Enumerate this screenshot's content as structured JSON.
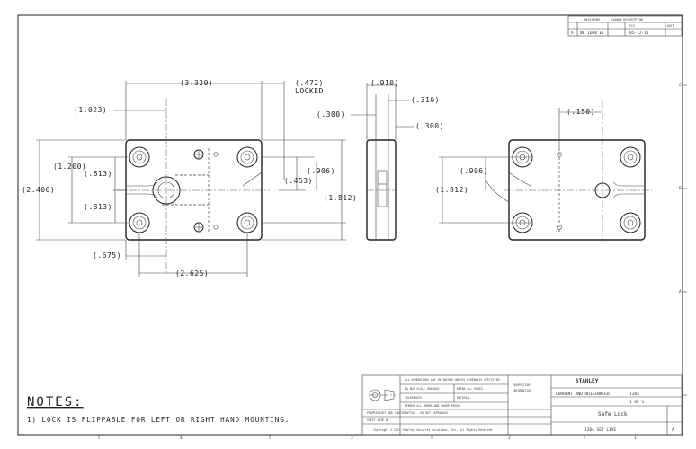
{
  "revision_block": {
    "headers": [
      "REVISIONS",
      "CHANGE DESCRIPTION",
      "ECO",
      "DATE"
    ],
    "row": [
      "A",
      "NE 1608 EL",
      "05-12-11"
    ]
  },
  "dimensions": {
    "width_top": "(3.320)",
    "lock_offset": "(.472)",
    "locked_label": "LOCKED",
    "offset_left": "(1.023)",
    "height_overall": "(2.400)",
    "hole_spacing_y": "(1.200)",
    "hole_offset_upper": "(.813)",
    "hole_offset_lower": "(.813)",
    "bottom_left": "(.675)",
    "hole_spacing_x": "(2.625)",
    "center_offset": "(.906)",
    "small_offset": "(.453)",
    "height_inner": "(1.812)",
    "side_width": "(.910)",
    "side_a": "(.310)",
    "side_b": "(.300)",
    "side_c": "(.300)",
    "right_offset": "(.150)",
    "right_center": "(.906)",
    "right_height": "(1.812)"
  },
  "notes": {
    "title": "NOTES:",
    "line1": "1) LOCK IS FLIPPABLE FOR LEFT OR RIGHT HAND MOUNTING."
  },
  "title_block": {
    "company": "STANLEY",
    "drawing_title": "Safe Lock",
    "drawing_number": "1204",
    "part_number": "1204 SET LIVE",
    "scale": "1 OF 1",
    "rev": "A",
    "approval": "CURRENT AND ORIGINATED",
    "copyright": "Copyright © 2011 Stanley Security Solutions, Inc. All Rights Reserved"
  },
  "border": {
    "right_letters": [
      "C",
      "B",
      "A"
    ],
    "bottom_numbers": [
      "4",
      "3",
      "2",
      "1"
    ]
  }
}
